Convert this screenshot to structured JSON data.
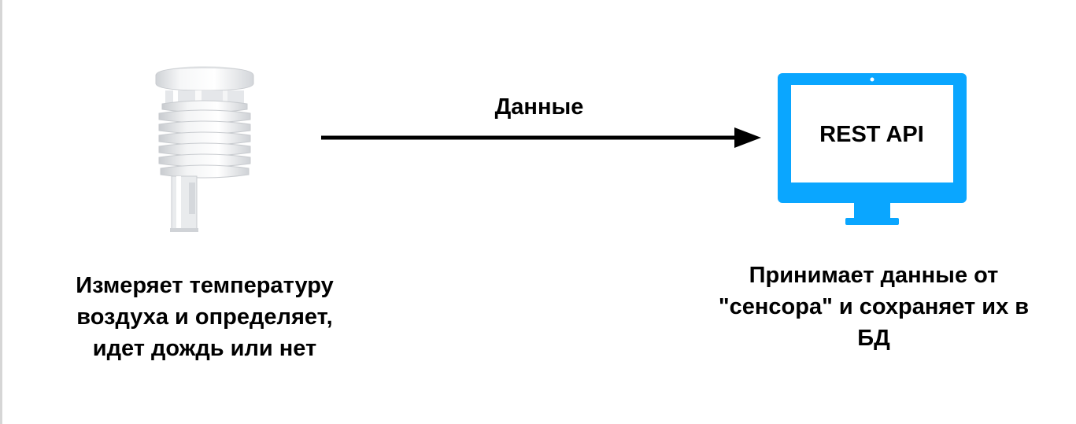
{
  "diagram": {
    "arrow_label": "Данные",
    "server_label": "REST API",
    "sensor_caption": "Измеряет температуру\nвоздуха и определяет,\nидет дождь или нет",
    "server_caption": "Принимает данные от\n\"сенсора\" и сохраняет их в\nБД",
    "accent_color": "#0aa6ff",
    "sensor_icon": "weather-sensor-icon",
    "server_icon": "monitor-icon"
  }
}
